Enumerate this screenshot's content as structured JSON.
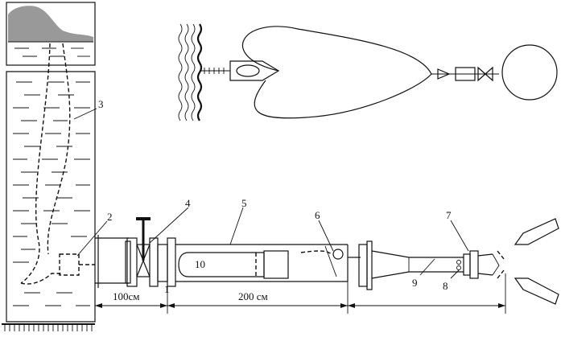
{
  "diagram": {
    "part_numbers": [
      "1",
      "2",
      "3",
      "4",
      "5",
      "6",
      "7",
      "8",
      "9",
      "10"
    ],
    "dimensions": {
      "d1": "100см",
      "d2": "200 см"
    }
  }
}
